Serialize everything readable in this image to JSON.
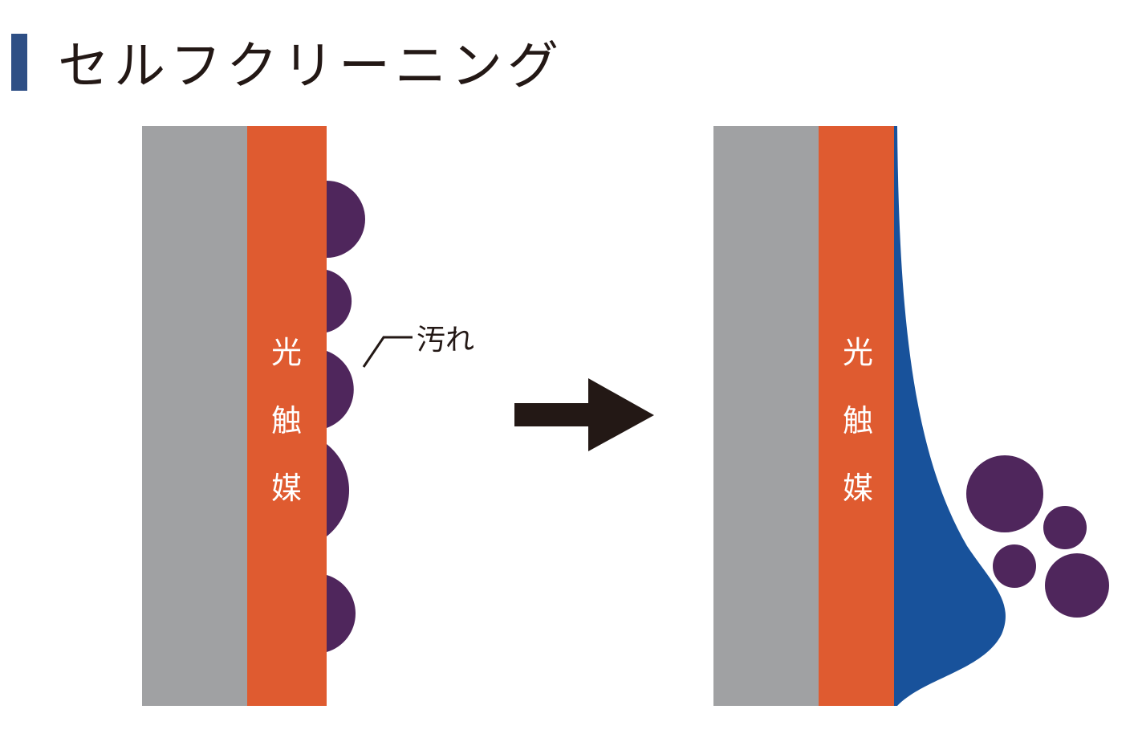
{
  "header": {
    "title": "セルフクリーニング"
  },
  "diagram": {
    "layer_label_chars": [
      "光",
      "触",
      "媒"
    ],
    "dirt_label": "汚れ"
  },
  "colors": {
    "title_bar": "#2e4f85",
    "title_text": "#231815",
    "substrate": "#a0a1a3",
    "photocatalyst": "#df5b30",
    "dirt": "#4f265c",
    "water": "#18529b",
    "arrow": "#231815",
    "label_text": "#ffffff"
  }
}
